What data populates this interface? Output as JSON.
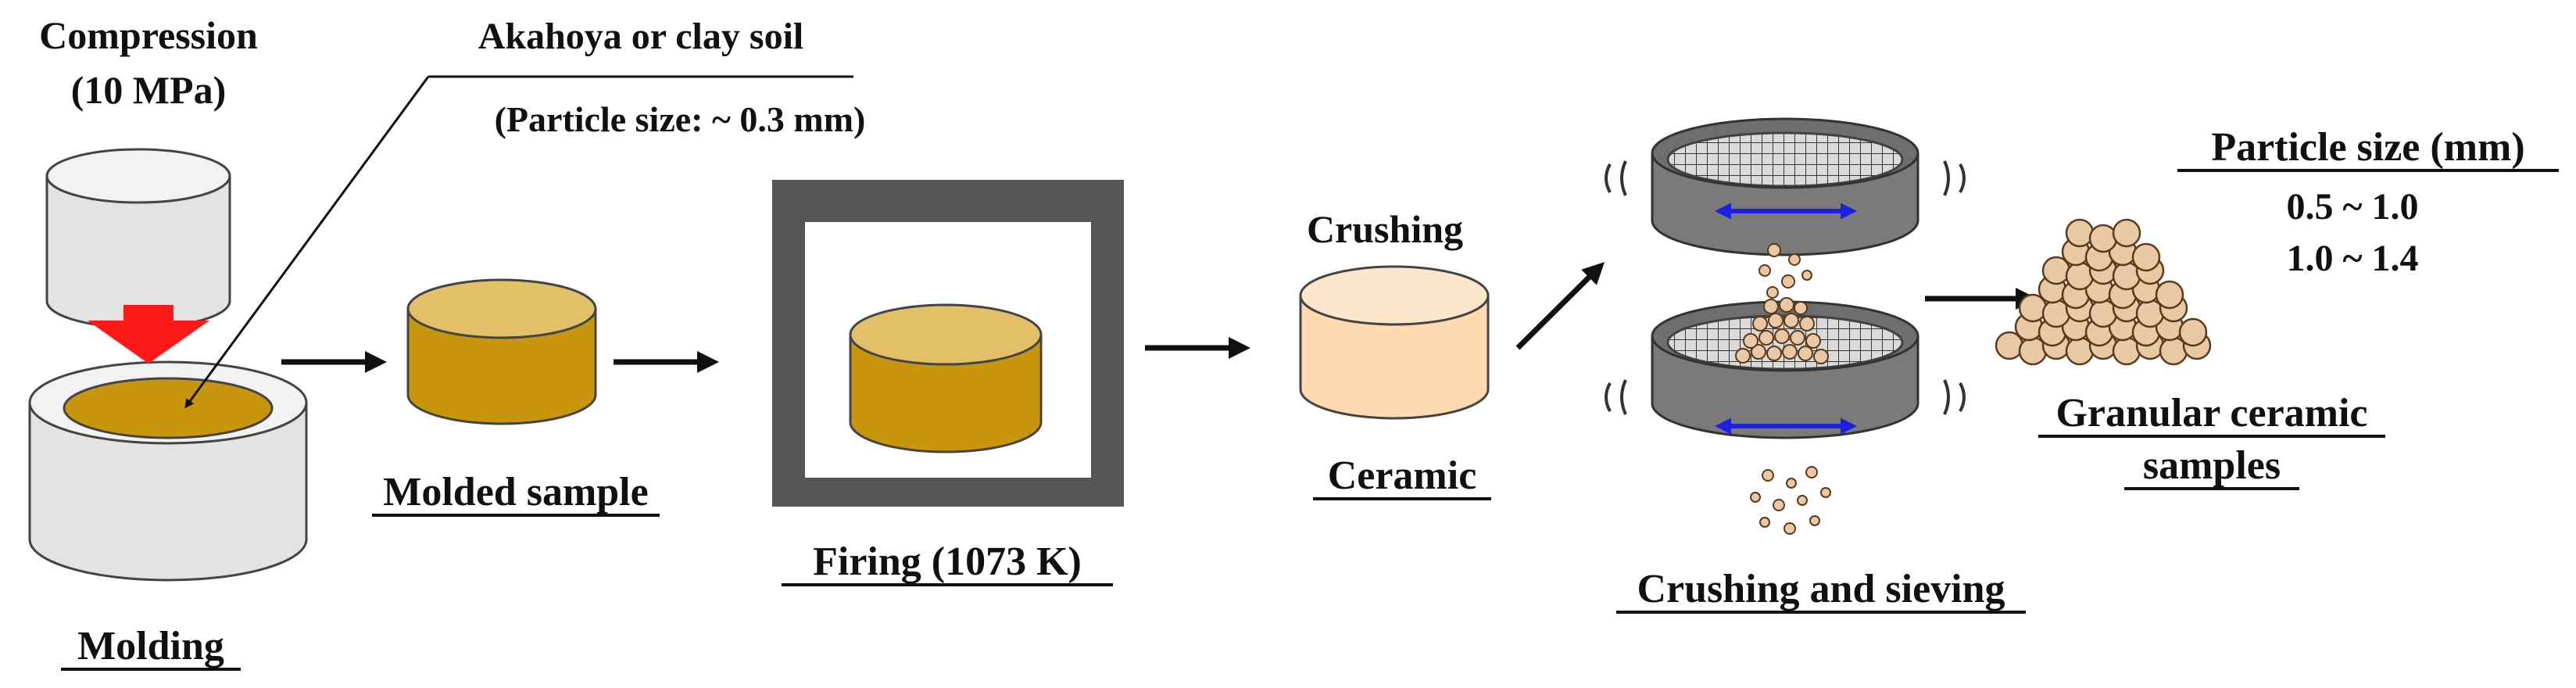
{
  "colors": {
    "clay": "#C8960C",
    "clay_top": "#E2C068",
    "ceramic_side": "#FFD9B0",
    "ceramic_top": "#FCE6CC",
    "press": "#E3E3E3",
    "press_top": "#F2F2F2",
    "press_arrow": "#FF1A1A",
    "furnace": "#555555",
    "sieve_band": "#7A7A7A",
    "sieve_mesh": "#FFFFFF",
    "sieve_arrow": "#1F1FE0",
    "granule": "#E9C8A6",
    "granule_outline": "#5A3A1A",
    "flow_arrow": "#111111"
  },
  "labels": {
    "compression_line1": "Compression",
    "compression_line2": "(10 MPa)",
    "raw_material": "Akahoya or clay soil",
    "raw_particle_size": "(Particle size: ~ 0.3 mm)",
    "molding": "Molding",
    "molded_sample": "Molded sample",
    "firing": "Firing (1073 K)",
    "crushing": "Crushing",
    "ceramic": "Ceramic",
    "crushing_sieving": "Crushing and sieving",
    "particle_size_header": "Particle size (mm)",
    "range_1": "0.5 ~ 1.0",
    "range_2": "1.0 ~ 1.4",
    "granular_line1": "Granular ceramic",
    "granular_line2": "samples"
  },
  "icons": {
    "press": "press-mold-icon",
    "press_arrow": "down-arrow-icon",
    "molded_cylinder": "cylinder-icon",
    "furnace": "furnace-icon",
    "ceramic_cylinder": "cylinder-icon",
    "sieve_top": "sieve-icon",
    "sieve_bottom": "sieve-icon",
    "shake_arrow": "double-arrow-icon",
    "granule_pile": "granule-pile-icon",
    "flow_arrow": "right-arrow-icon"
  }
}
